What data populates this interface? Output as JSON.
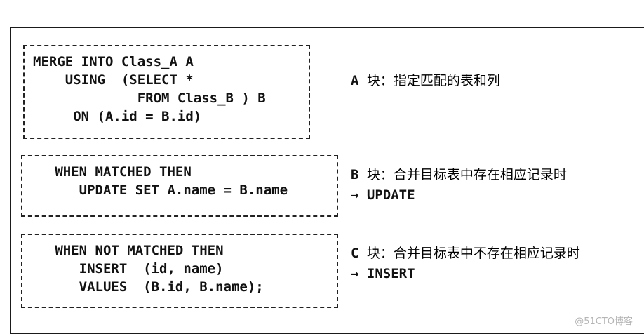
{
  "blocks": [
    {
      "code": "MERGE INTO Class_A A\n    USING  (SELECT *\n             FROM Class_B ) B\n     ON (A.id = B.id)",
      "note_letter": "A",
      "note_text": "块：指定匹配的表和列",
      "note_arrow": ""
    },
    {
      "code": "   WHEN MATCHED THEN\n      UPDATE SET A.name = B.name",
      "note_letter": "B",
      "note_text": "块：合并目标表中存在相应记录时",
      "note_arrow": "→ UPDATE"
    },
    {
      "code": "   WHEN NOT MATCHED THEN\n      INSERT  (id, name)\n      VALUES  (B.id, B.name);",
      "note_letter": "C",
      "note_text": "块：合并目标表中不存在相应记录时",
      "note_arrow": "→ INSERT"
    }
  ],
  "watermark": "@51CTO博客",
  "colors": {
    "frame_border": "#1a1a1a",
    "code_text": "#111111",
    "watermark": "#b5b5b5"
  }
}
